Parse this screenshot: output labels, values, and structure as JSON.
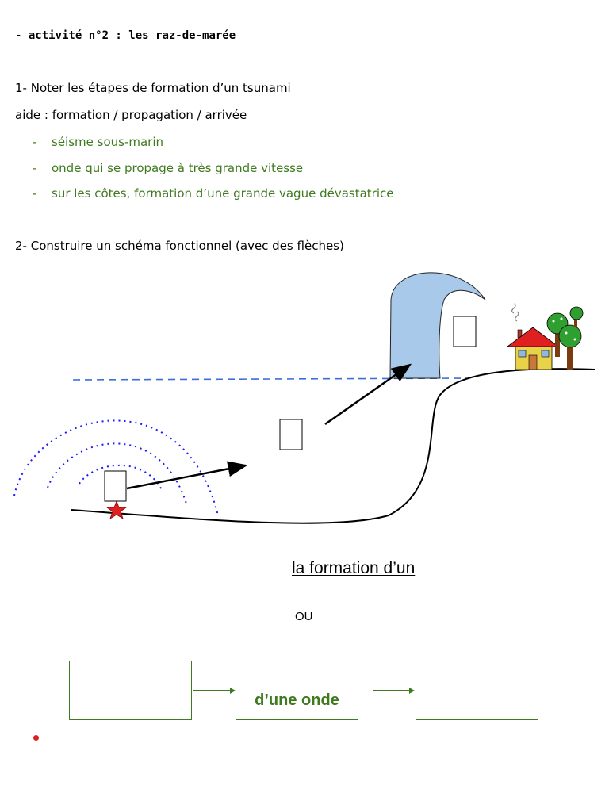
{
  "header": {
    "prefix": "- activité n°2 : ",
    "title": "les raz-de-marée"
  },
  "question1": {
    "text": "1- Noter les étapes de formation d’un tsunami",
    "aide": "aide : formation / propagation / arrivée",
    "dash": "-",
    "steps": [
      "séisme sous-marin",
      "onde qui se propage à très grande vitesse",
      "sur les côtes, formation d’une grande vague dévastatrice"
    ]
  },
  "question2": {
    "text": "2- Construire un schéma fonctionnel (avec des flèches)"
  },
  "schema": {
    "heading": "la formation d’un",
    "ou": "OU",
    "boxes": [
      "",
      "d’une onde",
      ""
    ]
  },
  "colors": {
    "answer_green": "#3f7a1f",
    "wave_blue": "#a9c9ea",
    "dotted_blue": "#1a1aff",
    "star_red": "#e02020",
    "roof_red": "#e02020",
    "house_yellow": "#e8d24a"
  }
}
